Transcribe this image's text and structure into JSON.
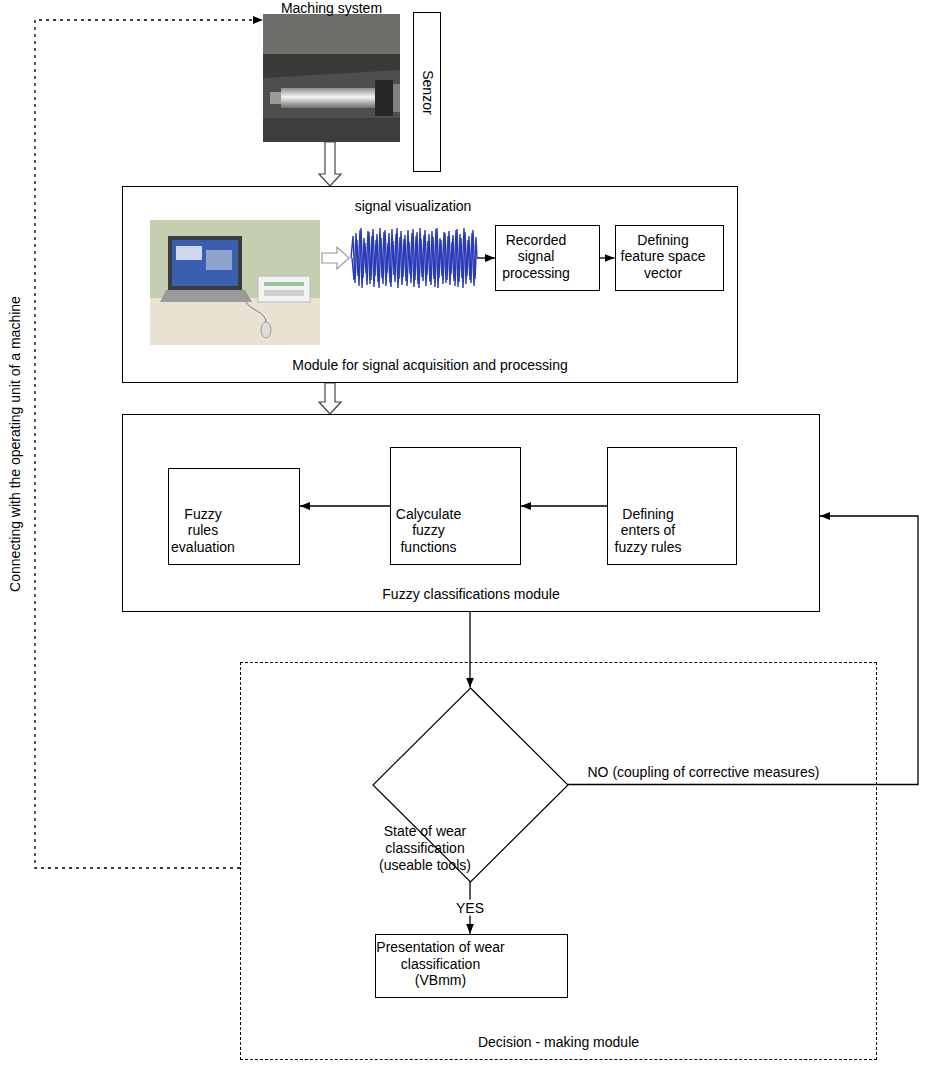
{
  "diagram": {
    "nodes": [
      {
        "text": [
          "Maching system"
        ]
      },
      {
        "text": [
          "Senzor"
        ]
      },
      {
        "text": [
          "Module for signal acquisition and processing"
        ]
      },
      {
        "text": [
          "signal visualization"
        ],
        "in": 2
      },
      {
        "text": [
          "Recorded signal processing"
        ],
        "in": 2
      },
      {
        "text": [
          "Defining feature space vector"
        ],
        "in": 2
      },
      {
        "text": [
          "Fuzzy classifications module"
        ]
      },
      {
        "text": [
          "Fuzzy rules evaluation"
        ],
        "in": 6
      },
      {
        "text": [
          "Calyculate fuzzy functions"
        ],
        "in": 6
      },
      {
        "text": [
          "Defining enters of fuzzy rules"
        ],
        "in": 6
      },
      {
        "text": [
          "Decision - making module"
        ]
      },
      {
        "text": [
          "State of wear classification (useable tools)"
        ],
        "in": 10
      },
      {
        "text": [
          "Presentation of wear classification (VBmm)"
        ],
        "in": 10
      }
    ],
    "edges": [
      {
        "from": 0,
        "to": 2,
        "arrow": "to"
      },
      {
        "from": 3,
        "to": 4,
        "arrow": "to"
      },
      {
        "from": 4,
        "to": 5,
        "arrow": "to"
      },
      {
        "from": 2,
        "to": 6,
        "arrow": "to"
      },
      {
        "from": 9,
        "to": 8,
        "arrow": "to"
      },
      {
        "from": 8,
        "to": 7,
        "arrow": "to"
      },
      {
        "from": 6,
        "to": 11,
        "arrow": "to"
      },
      {
        "from": 11,
        "to": 12,
        "label": "YES",
        "arrow": "to"
      },
      {
        "from": 11,
        "to": 6,
        "label": "NO (coupling of corrective measures)",
        "arrow": "to"
      },
      {
        "from": 10,
        "to": 0,
        "label": "Connecting with the operating unit of a machine",
        "arrow": "to"
      }
    ]
  }
}
